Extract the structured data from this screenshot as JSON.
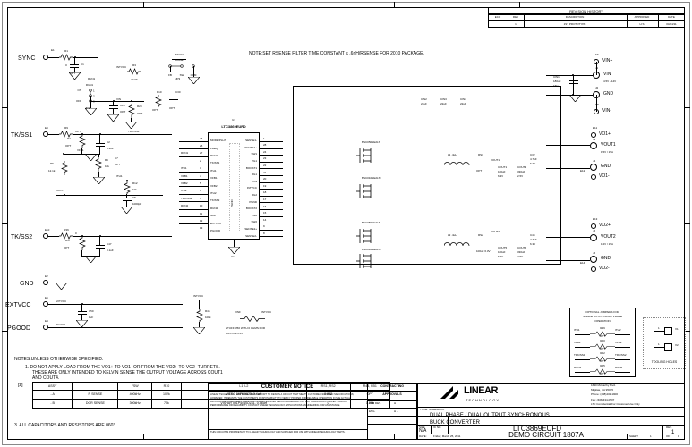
{
  "sheet": {
    "top_note": "NOTE:SET RSENSE FILTER TIME CONSTANT ≤ .6nH/RSENSE FOR 2010 PACKAGE."
  },
  "revision_history": {
    "title": "REVISION HISTORY",
    "headers": [
      "ECO",
      "REV",
      "DESCRIPTION",
      "APPROVED",
      "DATE"
    ],
    "rows": [
      {
        "eco": "",
        "rev": "1",
        "description": "1ST PROTOTYPE",
        "approved": "H S",
        "date": "03/24/11"
      }
    ]
  },
  "notes": {
    "heading": "NOTES:UNLESS OTHERWISE SPECIFIED.",
    "items": [
      "1.  DO NOT APPLY LOAD FROM THE VO1+ TO VO1- OR FROM THE VO2+ TO VO2- TURRETS.",
      "THESE ARE ONLY INTENDED TO KELVIN SENSE THE OUTPUT VOLTAGE ACROSS COUT1",
      "AND COUT4.",
      "3. ALL CAPACITORS AND RESISTORS ARE 0603."
    ],
    "marker": "[2]",
    "table": {
      "headers": [
        "ASSY",
        "",
        "FSW",
        "R10",
        "L1, L2",
        "RS1, RS2",
        "R45, R51"
      ],
      "rows": [
        [
          "- A",
          "R SENSE",
          "400kHz",
          "102k",
          "VITEC 59PR9875, 0.4uH",
          "0.002",
          "OPT"
        ],
        [
          "- B",
          "DCR SENSE",
          "300kHz",
          "75k",
          "VISHAY IHLP4040DZ11, 0.56uH",
          "0",
          "1.58k"
        ]
      ]
    }
  },
  "customer_notice": {
    "title": "CUSTOMER NOTICE",
    "body": "LINEAR TECHNOLOGY HAS MADE A BEST EFFORT TO DESIGN A CIRCUIT THAT MEETS CUSTOMER-SUPPLIED SPECIFICATIONS; HOWEVER, IT REMAINS THE CUSTOMER'S RESPONSIBILITY TO VERIFY PROPER AND RELIABLE OPERATION IN THE ACTUAL APPLICATION.  COMPONENT SUBSTITUTION AND PRINTED CIRCUIT BOARD LAYOUT MAY SIGNIFICANTLY AFFECT CIRCUIT PERFORMANCE OR RELIABILITY.  CONTACT LINEAR TECHNOLOGY APPLICATIONS ENGINEERING FOR ASSISTANCE.",
    "footer": "THIS CIRCUIT IS PROPRIETARY TO LINEAR TECHNOLOGY AND SUPPLIED FOR USE WITH LINEAR TECHNOLOGY PARTS."
  },
  "title_block": {
    "contracting_label": "CONTRACTING",
    "approvals_label": "APPROVALS",
    "pcb_des_label": "PCB DES.",
    "pcb_des_value": "H",
    "eng_label": "ENG.",
    "eng_value": "H L",
    "company": "LINEAR",
    "company_sub": "TECHNOLOGY",
    "address": [
      "1630 McCarthy Blvd.",
      "Milpitas, CA 95035",
      "Phone: (408)432-1900",
      "Fax: (408)434-0507",
      "LTC Confidential-For Customer Use Only"
    ],
    "title_label": "TITLE: SCHEMATIC",
    "title_line1": "DUAL PHASE / DUAL OUTPUT SYNCHRONOUS",
    "title_line2": "BUCK CONVERTER",
    "size_label": "SIZE",
    "size_value": "N/A",
    "icno_label": "IC NO.",
    "icno_value": "LTC3869EUFD",
    "demo_value": "DEMO CIRCUIT 1807A",
    "rev_label": "REV.",
    "rev_value": "1",
    "date_label": "DATE:",
    "date_value": "Friday, March 25, 2011",
    "sheet_label": "SHEET",
    "sheet_value": "1",
    "of_label": "OF",
    "of_value": "1"
  },
  "jumper_box": {
    "title_lines": [
      "OPTIONAL JUMPERS FOR",
      "SINGLE OUTPUT/DUAL PHASE",
      "OPERATION"
    ],
    "rows": [
      {
        "ref": "R49",
        "left": "ITH1",
        "right": "ITH2",
        "value": "OPT"
      },
      {
        "ref": "R50",
        "left": "VFB1",
        "right": "VFB2",
        "value": "OPT"
      },
      {
        "ref": "R52",
        "left": "TRK/SS1",
        "right": "TRK/SS2",
        "value": "OPT"
      },
      {
        "ref": "R55",
        "left": "RUN1",
        "right": "RUN2",
        "value": "OPT"
      }
    ]
  },
  "tooling_holes": {
    "label": "TOOLING HOLES",
    "items": [
      {
        "ref": "X1",
        "pin": "1"
      },
      {
        "ref": "X2",
        "pin": "1"
      }
    ]
  },
  "ic": {
    "refdes": "U1",
    "part": "LTC3869EUFD",
    "exposed_pad_label": "PGND",
    "pins_left": [
      {
        "num": "26",
        "name": "MODE/PLLIN",
        "net": ""
      },
      {
        "num": "25",
        "name": "FREQ",
        "net": ""
      },
      {
        "num": "27",
        "name": "RUN1",
        "net": "RUN1"
      },
      {
        "num": "2",
        "name": "TK/SS1",
        "net": ""
      },
      {
        "num": "3",
        "name": "ITH1",
        "net": "ITH1"
      },
      {
        "num": "4",
        "name": "VFB1",
        "net": "VFB1"
      },
      {
        "num": "5",
        "name": "VFB2",
        "net": "VFB2"
      },
      {
        "num": "6",
        "name": "ITH2",
        "net": "ITH2"
      },
      {
        "num": "7",
        "name": "TK/SS2",
        "net": "TRK/SS2"
      },
      {
        "num": "10",
        "name": "RUN2",
        "net": "RUN2"
      },
      {
        "num": "11",
        "name": "ILIM",
        "net": ""
      },
      {
        "num": "12",
        "name": "EXTVCC",
        "net": ""
      },
      {
        "num": "13",
        "name": "PGOOD",
        "net": ""
      }
    ],
    "pins_right": [
      {
        "num": "1",
        "name": "SENSE1-"
      },
      {
        "num": "28",
        "name": "SENSE1+"
      },
      {
        "num": "24",
        "name": "SW1"
      },
      {
        "num": "23",
        "name": "TG1"
      },
      {
        "num": "22",
        "name": "BOOST1"
      },
      {
        "num": "21",
        "name": "BG1"
      },
      {
        "num": "20",
        "name": "VIN"
      },
      {
        "num": "19",
        "name": "INTVCC"
      },
      {
        "num": "18",
        "name": "BG2"
      },
      {
        "num": "17",
        "name": "PGND"
      },
      {
        "num": "16",
        "name": "BOOST2"
      },
      {
        "num": "15",
        "name": "TG2"
      },
      {
        "num": "14",
        "name": "SW2"
      },
      {
        "num": "9",
        "name": "SENSE2+"
      },
      {
        "num": "8",
        "name": "SENSE2-"
      }
    ]
  },
  "connectors": {
    "left": [
      {
        "ref": "E1",
        "label": "SYNC"
      },
      {
        "ref": "E9",
        "label": "TK/SS1"
      },
      {
        "ref": "E10",
        "label": "TK/SS2"
      },
      {
        "ref": "E2",
        "label": "GND"
      },
      {
        "ref": "E5",
        "label": "EXTVCC"
      },
      {
        "ref": "E4",
        "label": "PGOOD"
      }
    ],
    "right": [
      {
        "ref": "E6",
        "label": "VIN+",
        "sub": ""
      },
      {
        "ref": "J1",
        "label": "VIN",
        "sub": "4.5V - 14V"
      },
      {
        "ref": "J2",
        "label": "GND",
        "sub": ""
      },
      {
        "ref": "E8",
        "label": "VIN-",
        "sub": ""
      },
      {
        "ref": "E11",
        "label": "VO1+",
        "sub": ""
      },
      {
        "ref": "J3",
        "label": "VOUT1",
        "sub": "1.5V / 15A"
      },
      {
        "ref": "J4",
        "label": "GND",
        "sub": ""
      },
      {
        "ref": "E12",
        "label": "VO1-",
        "sub": ""
      },
      {
        "ref": "E13",
        "label": "VO2+",
        "sub": ""
      },
      {
        "ref": "J5",
        "label": "VOUT2",
        "sub": "1.2V / 15A"
      },
      {
        "ref": "J6",
        "label": "GND",
        "sub": ""
      },
      {
        "ref": "E14",
        "label": "VO2-",
        "sub": ""
      }
    ]
  },
  "components": {
    "sync": [
      {
        "ref": "R1",
        "value": "0"
      },
      {
        "ref": "C1",
        "value": "OPT"
      }
    ],
    "run1": [
      {
        "ref": "JP1",
        "value": "RUN1",
        "opts": "ON / OFF"
      },
      {
        "ref": "C28",
        "value": "OPT"
      },
      {
        "ref": "R28",
        "value": "OPT"
      }
    ],
    "tkss1": [
      {
        "ref": "R9",
        "value": "0"
      },
      {
        "ref": "R2",
        "value": "OPT"
      },
      {
        "ref": "C2",
        "value": "0.1uF"
      }
    ],
    "tkss2": [
      {
        "ref": "R36",
        "value": "0"
      },
      {
        "ref": "R37",
        "value": "OPT"
      },
      {
        "ref": "C47",
        "value": "0.1uF"
      }
    ],
    "extvcc": [
      {
        "ref": "C50",
        "value": "1uF"
      }
    ],
    "mode": [
      {
        "ref": "R3",
        "value": "10.0K"
      },
      {
        "ref": "R4",
        "value": "OPT"
      },
      {
        "ref": "JP3",
        "value": "MODE",
        "opts": "FB  SW  CCM"
      }
    ],
    "freq": [
      {
        "ref": "R10",
        "value": "OPT"
      },
      {
        "ref": "C30",
        "value": "OPT"
      }
    ],
    "ith1": [
      {
        "ref": "R13",
        "value": "OPT"
      },
      {
        "ref": "C6",
        "value": "OPT"
      },
      {
        "ref": "R12",
        "value": "10k"
      },
      {
        "ref": "C5",
        "value": "1000pF"
      }
    ],
    "vfb1": [
      {
        "ref": "R15",
        "value": "OPT"
      },
      {
        "ref": "R6",
        "value": "12.1k"
      },
      {
        "ref": "R5",
        "value": "10k"
      },
      {
        "ref": "C7",
        "value": "OPT"
      }
    ],
    "vfb2": [
      {
        "ref": "R17",
        "value": "OPT"
      },
      {
        "ref": "R34",
        "value": "10k"
      },
      {
        "ref": "R33",
        "value": "10k"
      },
      {
        "ref": "C46",
        "value": "OPT"
      }
    ],
    "ith2": [
      {
        "ref": "R41",
        "value": "OPT"
      },
      {
        "ref": "C45",
        "value": "1000pF"
      },
      {
        "ref": "R40",
        "value": "10k"
      }
    ],
    "ilim": [
      {
        "ref": "R14",
        "value": "OPT"
      },
      {
        "ref": "R45",
        "value": "100k"
      }
    ],
    "intvcc": [
      {
        "ref": "C14",
        "value": "4.7uF"
      },
      {
        "ref": "C13",
        "value": "0.1uF"
      }
    ],
    "channel1": [
      {
        "ref": "C8",
        "value": "0.1uF"
      },
      {
        "ref": "Q1",
        "value": "BSC050NE2LS"
      },
      {
        "ref": "Q2",
        "value": "BSC010NE2LSI"
      },
      {
        "ref": "L1",
        "value": "0.4uH"
      },
      {
        "ref": "RS1",
        "value": "2010"
      },
      {
        "ref": "C11",
        "value": "OPT"
      },
      {
        "ref": "C12",
        "value": "OPT"
      },
      {
        "ref": "R20",
        "value": "OPT"
      },
      {
        "ref": "COUT1",
        "value": "100uF 6.3V"
      },
      {
        "ref": "COUT3",
        "value": "330uF 2.5V"
      },
      {
        "ref": "C32",
        "value": "4.7uF 6.3V"
      }
    ],
    "channel2": [
      {
        "ref": "C42",
        "value": "0.1uF"
      },
      {
        "ref": "Q3",
        "value": "BSC050NE2LS"
      },
      {
        "ref": "Q4",
        "value": "BSC010NE2LSI"
      },
      {
        "ref": "L2",
        "value": "0.4uH"
      },
      {
        "ref": "RS2",
        "value": "2010"
      },
      {
        "ref": "COUT5",
        "value": "100uF 6.3V"
      },
      {
        "ref": "COUT6",
        "value": "330uF 2.5V"
      },
      {
        "ref": "C44",
        "value": "4.7uF 6.3V"
      }
    ],
    "input": [
      {
        "ref": "CIN1",
        "value": "180uF 16V"
      },
      {
        "ref": "CIN2",
        "value": "22uF 16V"
      },
      {
        "ref": "CIN3",
        "value": "22uF 16V"
      },
      {
        "ref": "CIN4",
        "value": "22uF 16V"
      }
    ],
    "vinfilter": [
      {
        "ref": "R31",
        "value": "0"
      },
      {
        "ref": "C27",
        "value": "4.7uF"
      }
    ],
    "stuff_note_lines": [
      "STUFF R50 WITH 0 OHMS FOR",
      "4.8V-VIN-5.5V"
    ],
    "stuff_refs": [
      {
        "ref": "VINF",
        "value": ""
      },
      {
        "ref": "INTVCC",
        "value": ""
      }
    ]
  }
}
